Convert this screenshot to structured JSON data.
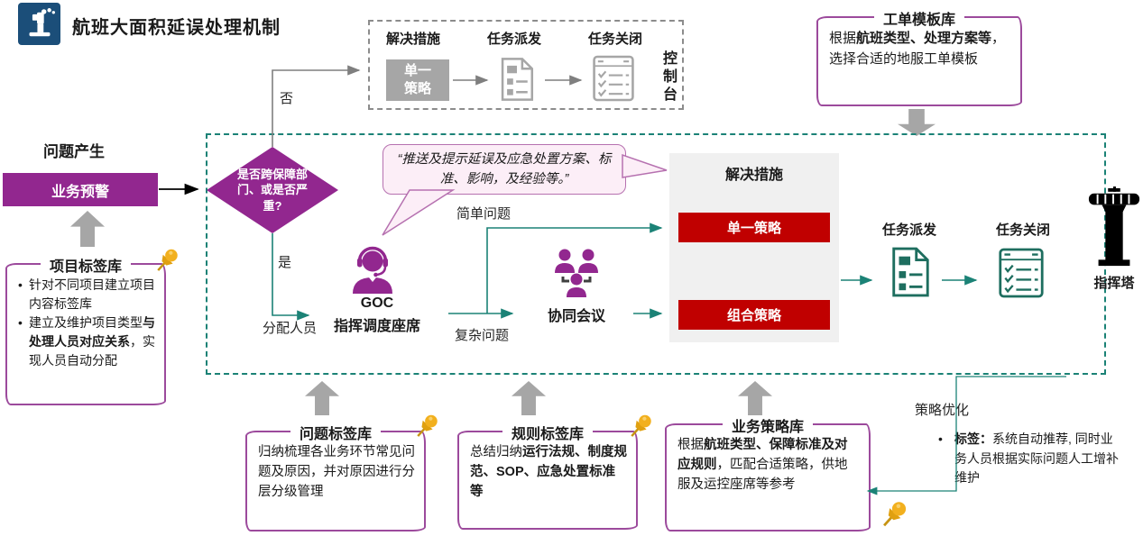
{
  "colors": {
    "purple": "#92278f",
    "red": "#c00000",
    "teal": "#1b8276",
    "teal_icon": "#1e6e5f",
    "gray": "#a6a6a6",
    "navy": "#1b4e79",
    "sketch_purple": "#9c4a9c",
    "pin_gold": "#f2b01e",
    "bubble_bg": "#fceef7"
  },
  "header": {
    "title": "航班大面积延误处理机制",
    "logo_icon": "control-tower-logo-icon"
  },
  "console_box": {
    "label": "控制台",
    "solution_title": "解决措施",
    "single_strategy": "单一策略",
    "dispatch_label": "任务派发",
    "close_label": "任务关闭",
    "dispatch_icon": "document-icon",
    "close_icon": "checklist-icon"
  },
  "template_library": {
    "title": "工单模板库",
    "text_prefix": "根据",
    "text_bold": "航班类型、处理方案等",
    "text_suffix": "，选择合适的地服工单模板"
  },
  "problem_origin": {
    "title": "问题产生",
    "alert_label": "业务预警"
  },
  "project_tag_library": {
    "title": "项目标签库",
    "bullet1": "针对不同项目建立项目内容标签库",
    "bullet2_prefix": "建立及维护项目类型",
    "bullet2_bold": "与处理人员对应关系",
    "bullet2_suffix": "，实现人员自动分配",
    "pin_icon": "pushpin-icon"
  },
  "decision": {
    "question": "是否跨保障部门、或是否严重?",
    "no_label": "否",
    "yes_label": "是",
    "assign_label": "分配人员"
  },
  "bubble": {
    "text": "“推送及提示延误及应急处置方案、标准、影响，及经验等。”"
  },
  "goc": {
    "name": "GOC",
    "role": "指挥调度座席",
    "icon": "agent-headset-icon"
  },
  "flow_labels": {
    "simple": "简单问题",
    "complex": "复杂问题"
  },
  "meeting": {
    "label": "协同会议",
    "icon": "meeting-people-icon"
  },
  "solutions": {
    "title": "解决措施",
    "single": "单一策略",
    "combo": "组合策略"
  },
  "tasks": {
    "dispatch": "任务派发",
    "close": "任务关闭",
    "dispatch_icon": "document-icon",
    "close_icon": "checklist-icon"
  },
  "tower": {
    "label": "指挥塔",
    "icon": "control-tower-icon"
  },
  "problem_tag_library": {
    "title": "问题标签库",
    "text": "归纳梳理各业务环节常见问题及原因，并对原因进行分层分级管理",
    "pin_icon": "pushpin-icon"
  },
  "rule_tag_library": {
    "title": "规则标签库",
    "text_prefix": "总结归纳",
    "text_bold": "运行法规、制度规范、SOP、应急处置标准等",
    "pin_icon": "pushpin-icon"
  },
  "strategy_library": {
    "title": "业务策略库",
    "text_prefix": "根据",
    "text_bold": "航班类型、保障标准及对应规则",
    "text_suffix": "，匹配合适策略，供地服及运控座席等参考",
    "pin_icon": "pushpin-icon"
  },
  "optimization": {
    "label": "策略优化",
    "bullet_bold": "标签：",
    "bullet_text": "系统自动推荐, 同时业务人员根据实际问题人工增补维护"
  }
}
